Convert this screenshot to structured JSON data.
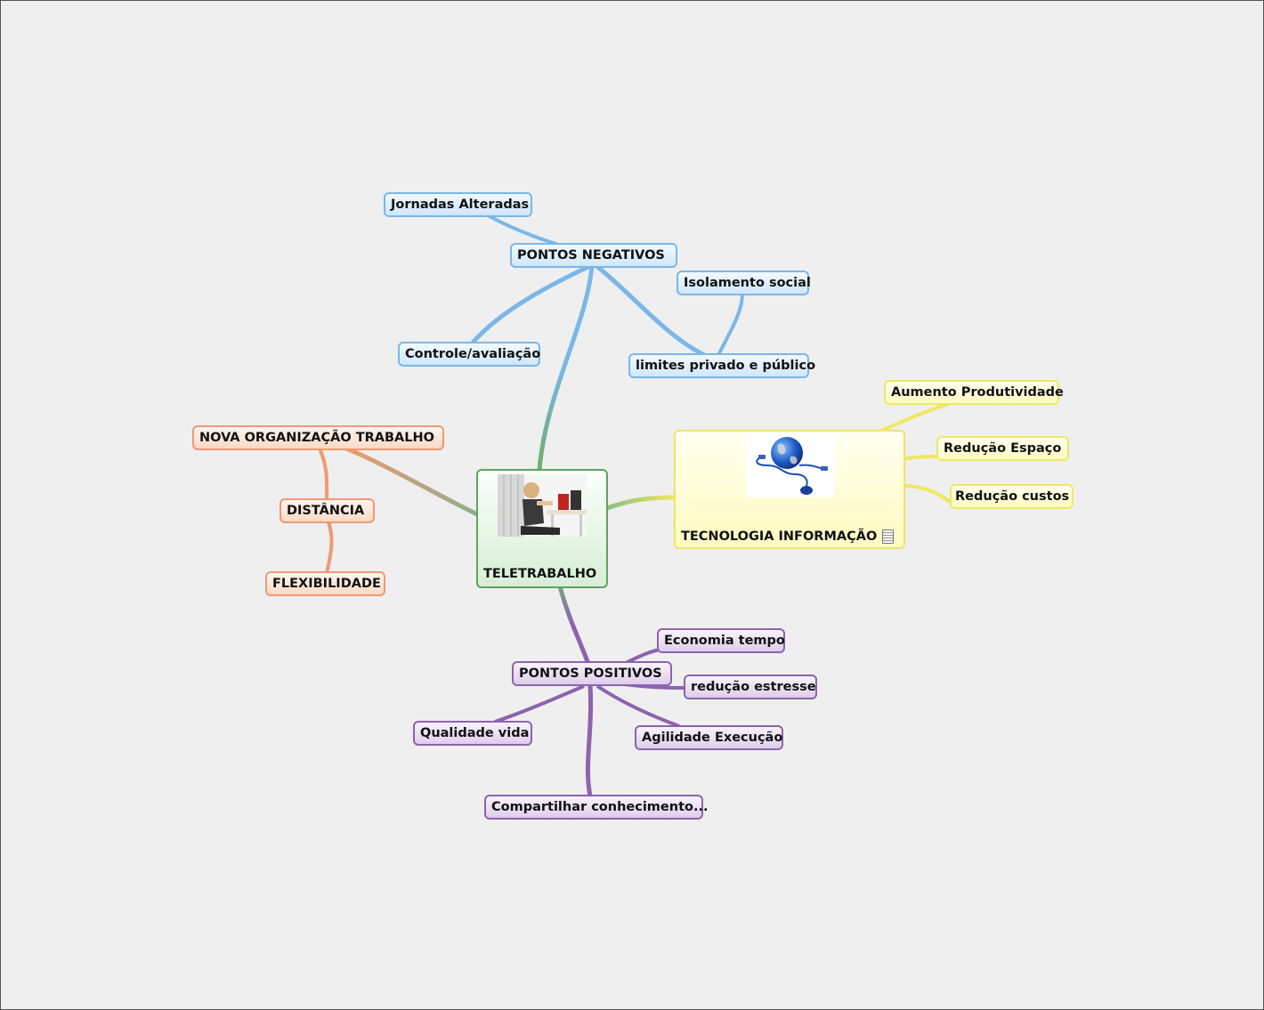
{
  "central": {
    "label": "TELETRABALHO",
    "image": "person-at-desk-photo"
  },
  "branches": {
    "negativos": {
      "label": "PONTOS NEGATIVOS",
      "color": "#7ab7e8",
      "items": [
        "Jornadas Alteradas",
        "Isolamento social",
        "Controle/avaliação",
        "limites privado e público"
      ]
    },
    "organizacao": {
      "label": "NOVA ORGANIZAÇÃO TRABALHO",
      "color": "#ee9a72",
      "items": [
        "DISTÂNCIA",
        "FLEXIBILIDADE"
      ]
    },
    "tecnologia": {
      "label": "TECNOLOGIA INFORMAÇÃO",
      "color": "#eee763",
      "image": "globe-network-icon",
      "note_icon": "note-icon",
      "items": [
        "Aumento Produtividade",
        "Redução Espaço",
        "Redução custos"
      ]
    },
    "positivos": {
      "label": "PONTOS POSITIVOS",
      "color": "#8c64ad",
      "items": [
        "Economia tempo",
        "redução estresse",
        "Agilidade Execução",
        "Qualidade vida",
        "Compartilhar conhecimento..."
      ]
    }
  }
}
